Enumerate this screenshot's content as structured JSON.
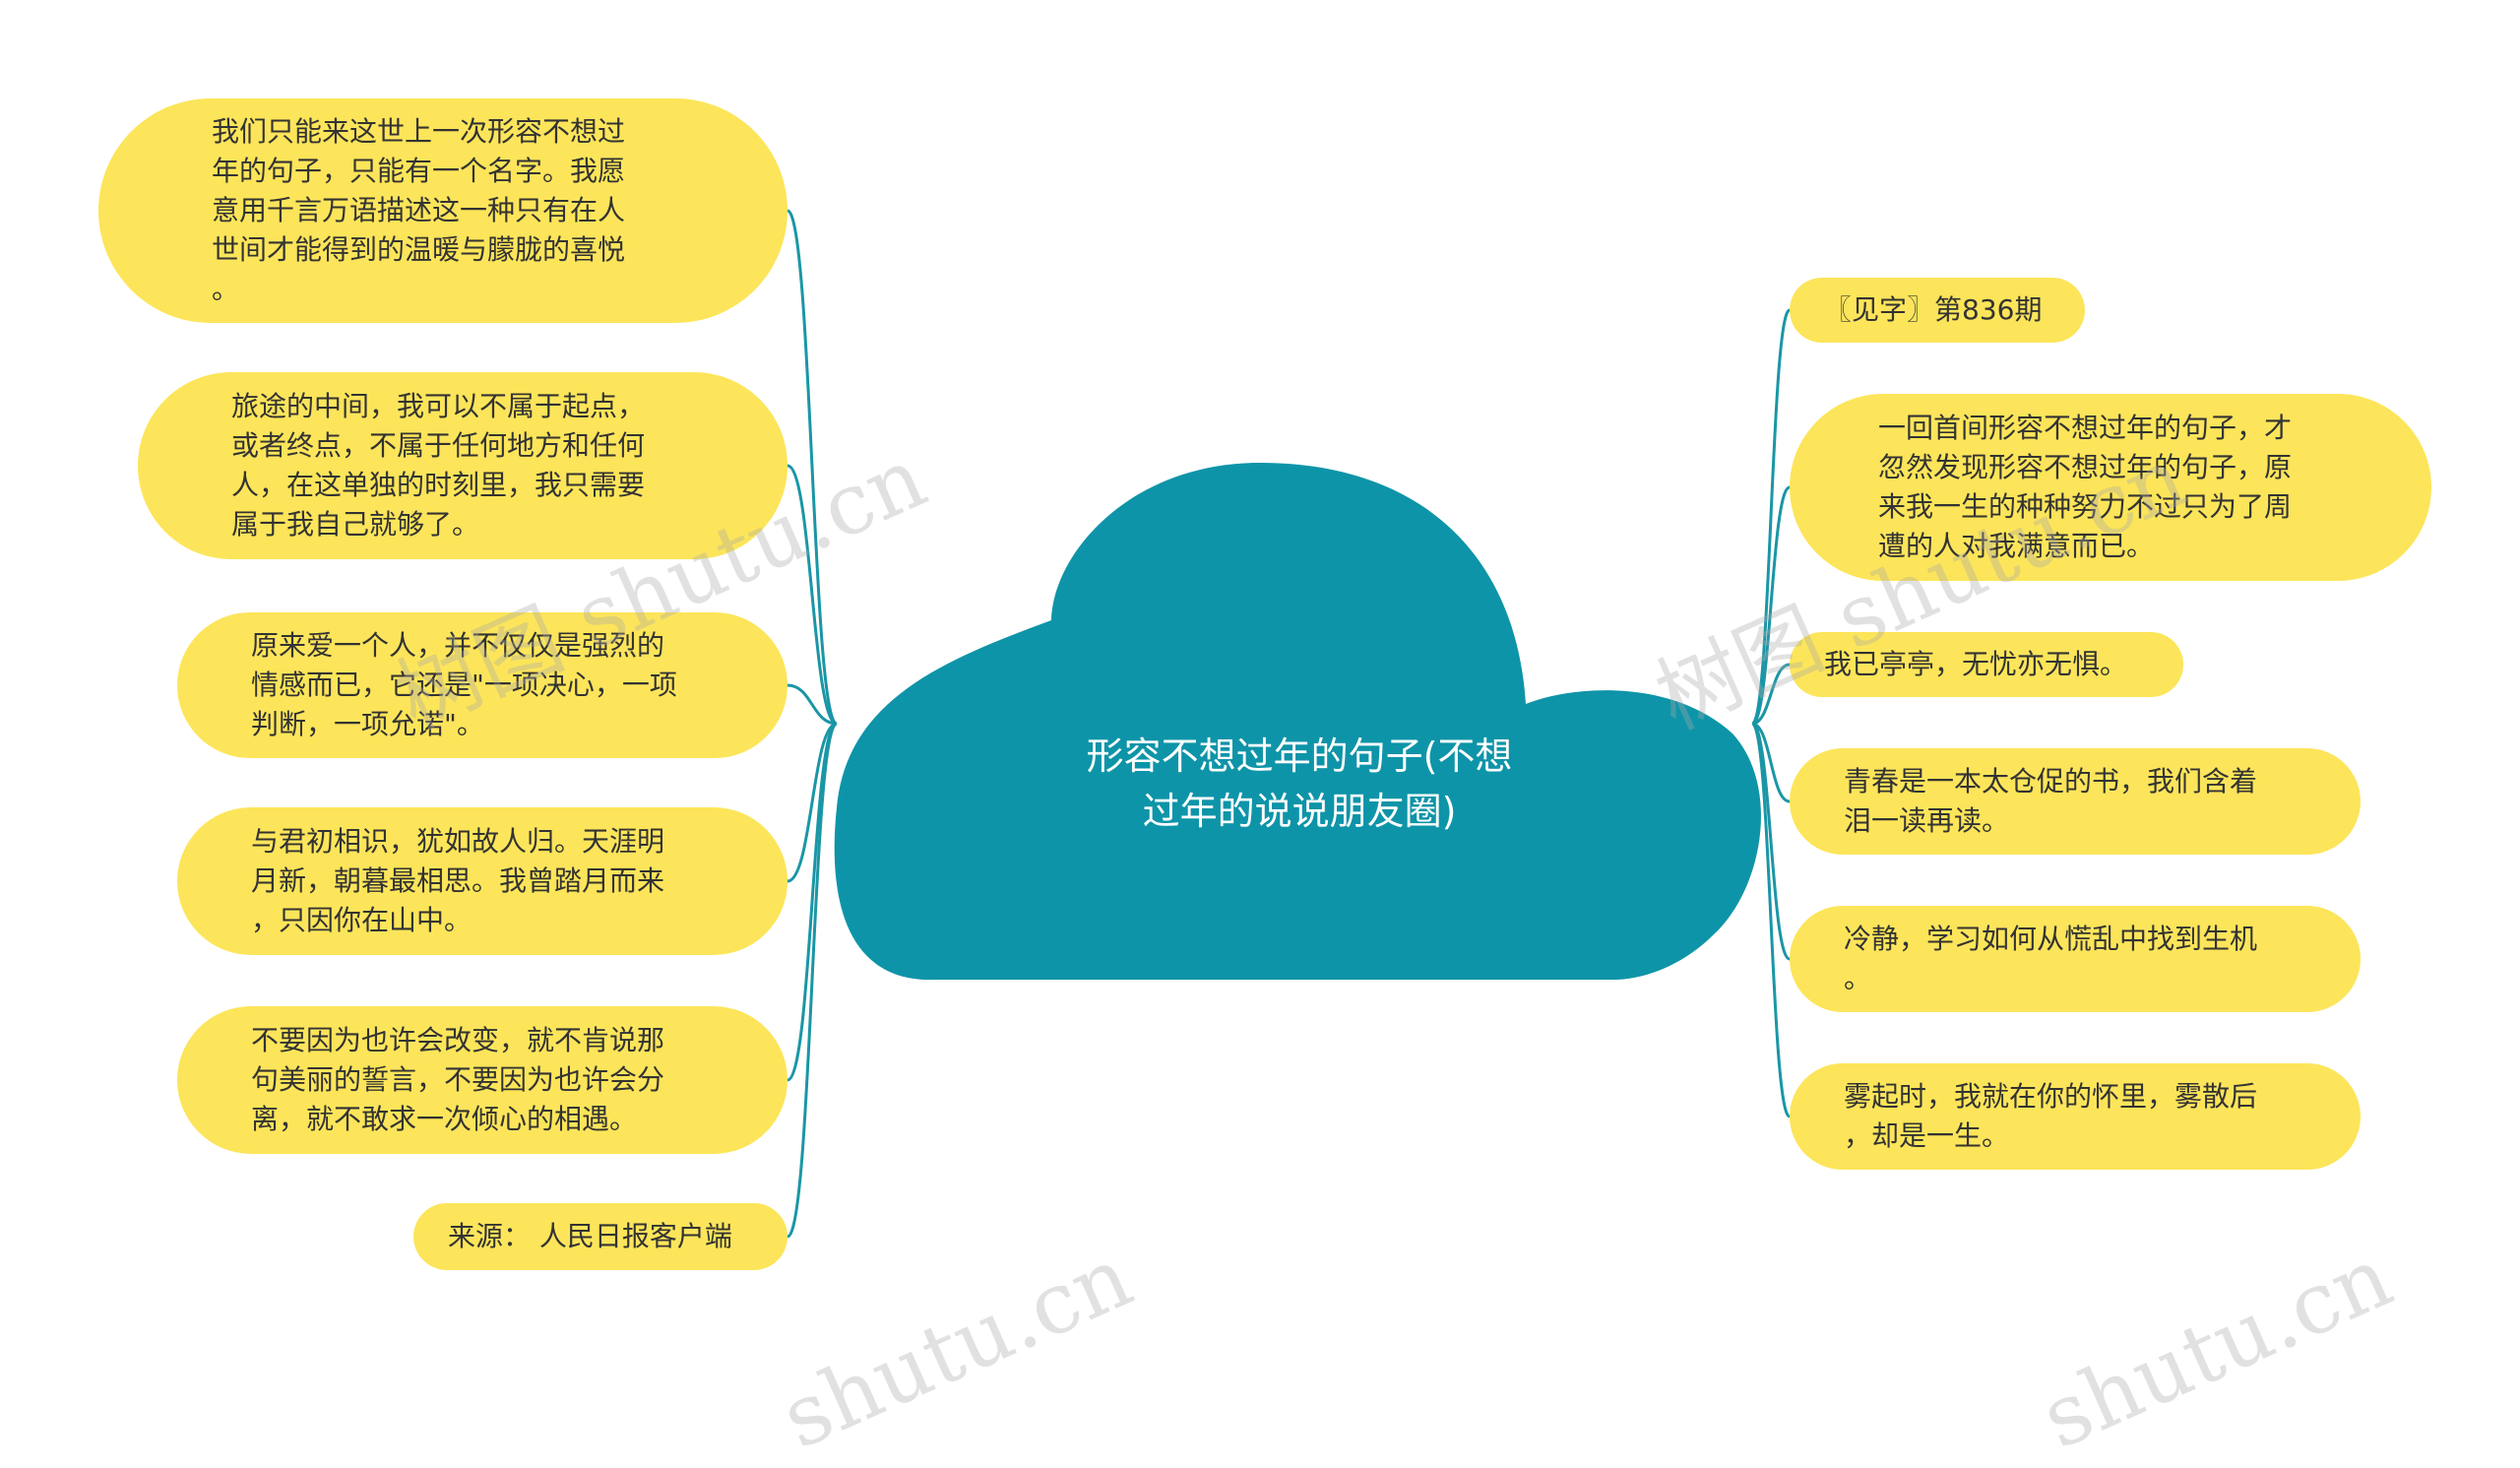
{
  "colors": {
    "cloud": "#0e94a8",
    "branch": "#1a96a6",
    "node_bg": "#fce55a",
    "node_text": "#333333",
    "center_text": "#ffffff"
  },
  "center": {
    "title": "形容不想过年的句子(不想\n过年的说说朋友圈)"
  },
  "left_nodes": [
    {
      "text": "我们只能来这世上一次形容不想过\n年的句子，只能有一个名字。我愿\n意用千言万语描述这一种只有在人\n世间才能得到的温暖与朦胧的喜悦\n。"
    },
    {
      "text": "旅途的中间，我可以不属于起点，\n或者终点，不属于任何地方和任何\n人，在这单独的时刻里，我只需要\n属于我自己就够了。"
    },
    {
      "text": "原来爱一个人，并不仅仅是强烈的\n情感而已，它还是\"一项决心，一项\n判断，一项允诺\"。"
    },
    {
      "text": "与君初相识，犹如故人归。天涯明\n月新，朝暮最相思。我曾踏月而来\n，只因你在山中。"
    },
    {
      "text": "不要因为也许会改变，就不肯说那\n句美丽的誓言，不要因为也许会分\n离，就不敢求一次倾心的相遇。"
    },
    {
      "text": "来源： 人民日报客户端"
    }
  ],
  "right_nodes": [
    {
      "text": "〖见字〗第836期"
    },
    {
      "text": "一回首间形容不想过年的句子，才\n忽然发现形容不想过年的句子，原\n来我一生的种种努力不过只为了周\n遭的人对我满意而已。"
    },
    {
      "text": "我已亭亭，无忧亦无惧。"
    },
    {
      "text": "青春是一本太仓促的书，我们含着\n泪一读再读。"
    },
    {
      "text": "冷静，学习如何从慌乱中找到生机\n。"
    },
    {
      "text": "雾起时，我就在你的怀里，雾散后\n，却是一生。"
    }
  ],
  "watermarks": [
    "树图 shutu.cn",
    "树图 shutu.cn",
    "shutu.cn",
    "shutu.cn"
  ]
}
